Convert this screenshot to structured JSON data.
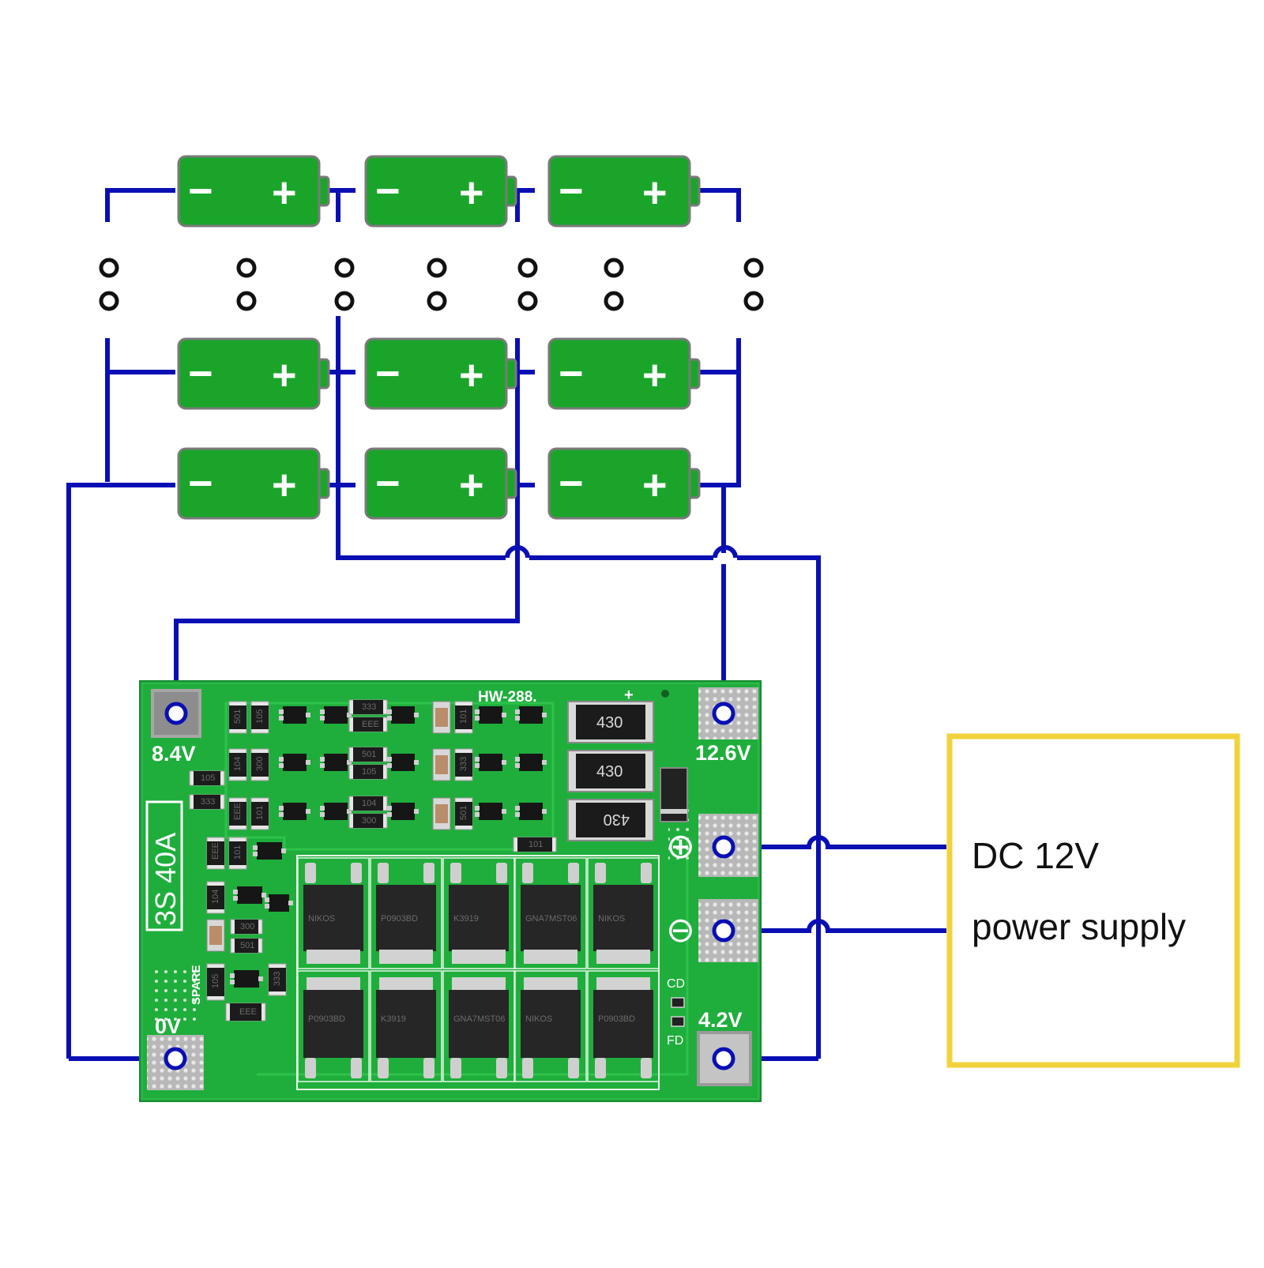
{
  "batteries": {
    "negative_sign": "−",
    "positive_sign": "+",
    "rows": 3,
    "columns": 3
  },
  "board": {
    "model": "HW-288.",
    "rating": "3S 40A",
    "spare_label": "SPARE",
    "cd_label": "CD",
    "fd_label": "FD",
    "plus_symbol": "⊕",
    "minus_symbol": "⊖",
    "pads": {
      "p84": "8.4V",
      "p126": "12.6V",
      "p0": "0V",
      "p42": "4.2V"
    },
    "resistors": [
      "430",
      "430",
      "430"
    ],
    "smd_codes": [
      "501",
      "105",
      "333",
      "EEE",
      "101",
      "104",
      "300"
    ],
    "mosfet_marks": [
      "NIKOS",
      "P0903BD",
      "K3919",
      "GNA7MST06"
    ]
  },
  "power_supply": {
    "line1": "DC 12V",
    "line2": "power supply"
  },
  "colors": {
    "wire": "#0a0fb4",
    "battery": "#1aa52a",
    "battery_outline": "#7a7a7a",
    "pcb": "#1fae3c",
    "power_box": "#f2d23c"
  }
}
